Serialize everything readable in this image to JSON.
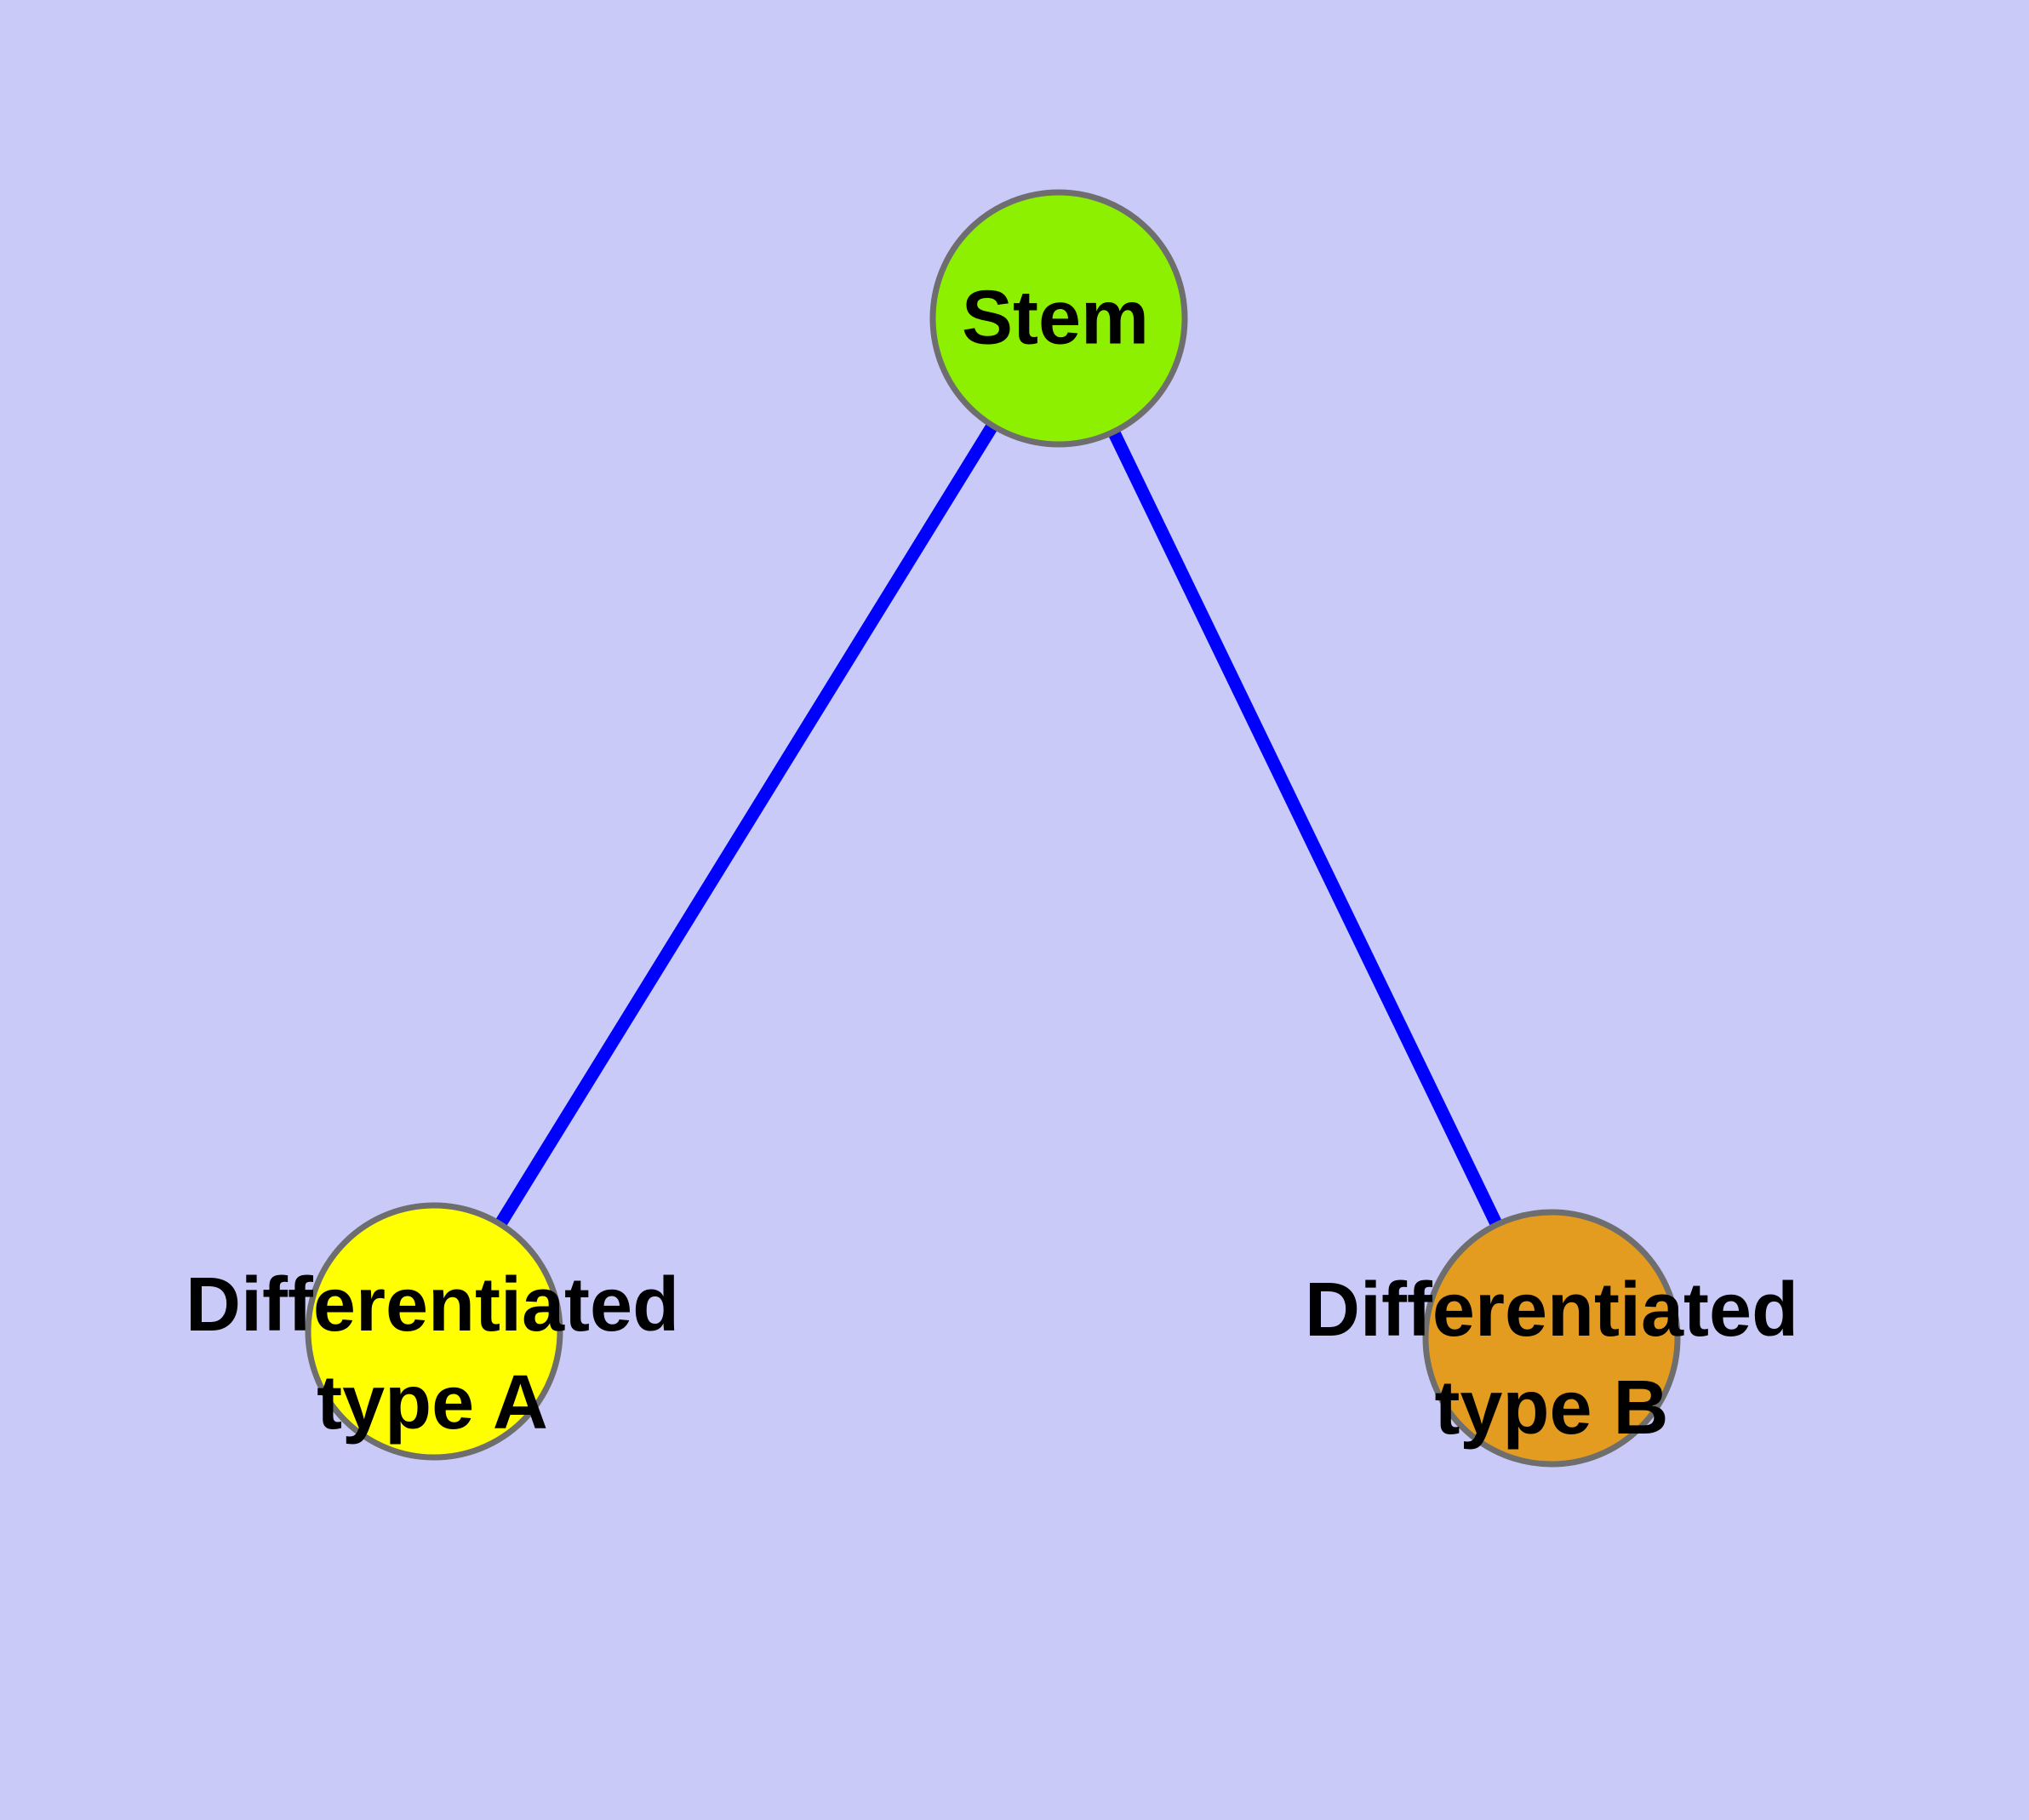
{
  "diagram": {
    "type": "graph",
    "background_color": "#CACAF8",
    "edge_color": "#0000FF",
    "node_border_color": "#6E6E6E",
    "text_color": "#000000",
    "nodes": [
      {
        "id": "stem",
        "label": "Stem",
        "fill": "#8CF000"
      },
      {
        "id": "differentiated-type-a",
        "label_line1": "Differentiated",
        "label_line2": "type A",
        "fill": "#FFFF00"
      },
      {
        "id": "differentiated-type-b",
        "label_line1": "Differentiated",
        "label_line2": "type B",
        "fill": "#E49C20"
      }
    ],
    "edges": [
      {
        "from": "Stem",
        "to": "Differentiated type A"
      },
      {
        "from": "Stem",
        "to": "Differentiated type B"
      }
    ]
  }
}
